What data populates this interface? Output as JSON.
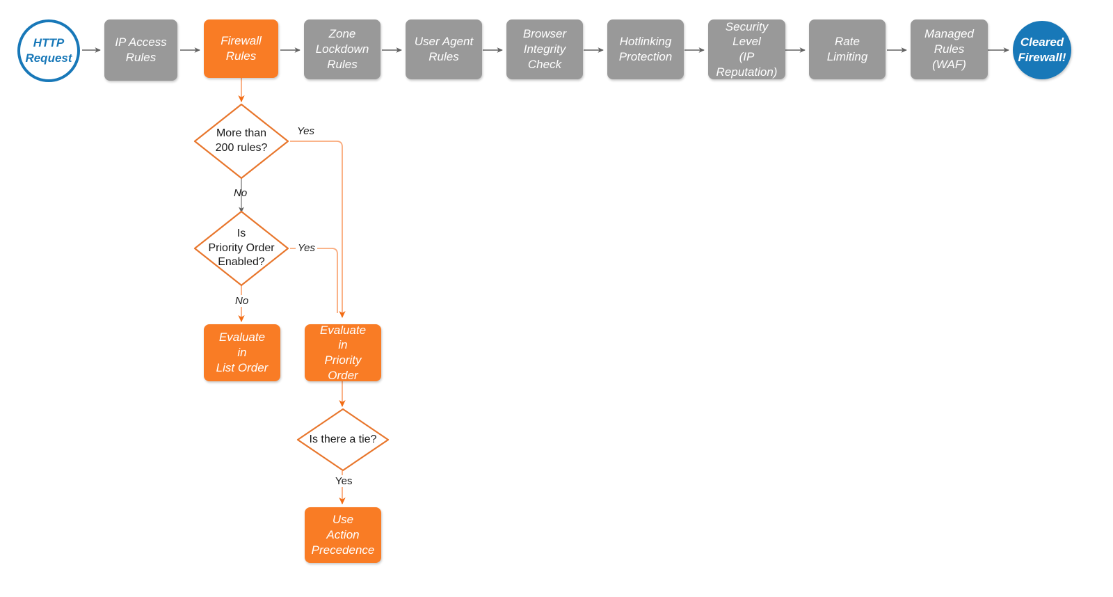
{
  "diagram": {
    "title": "Cloudflare Firewall Rules Evaluation Order",
    "colors": {
      "orange": "#F97C25",
      "orange_light": "#F9A97A",
      "gray": "#999999",
      "gray_arrow": "#616161",
      "blue": "#1878B8",
      "text_dark": "#1a1a1a",
      "background": "#ffffff"
    }
  },
  "pipeline": {
    "start": {
      "label": "HTTP\nRequest",
      "shape": "circle",
      "style": "hollow-blue"
    },
    "end": {
      "label": "Cleared\nFirewall!",
      "shape": "circle",
      "style": "filled-blue"
    },
    "steps": [
      {
        "label": "IP Access\nRules",
        "style": "gray"
      },
      {
        "label": "Firewall\nRules",
        "style": "orange"
      },
      {
        "label": "Zone\nLockdown\nRules",
        "style": "gray"
      },
      {
        "label": "User Agent\nRules",
        "style": "gray"
      },
      {
        "label": "Browser\nIntegrity\nCheck",
        "style": "gray"
      },
      {
        "label": "Hotlinking\nProtection",
        "style": "gray"
      },
      {
        "label": "Security\nLevel\n(IP Reputation)",
        "style": "gray"
      },
      {
        "label": "Rate\nLimiting",
        "style": "gray"
      },
      {
        "label": "Managed\nRules\n(WAF)",
        "style": "gray"
      }
    ]
  },
  "branch": {
    "decisions": [
      {
        "id": "more-than-200",
        "label": "More than\n200 rules?"
      },
      {
        "id": "priority-order-enabled",
        "label": "Is\nPriority Order\nEnabled?"
      },
      {
        "id": "is-there-a-tie",
        "label": "Is there a tie?"
      }
    ],
    "outcomes": [
      {
        "id": "evaluate-list-order",
        "label": "Evaluate\nin\nList Order",
        "style": "orange"
      },
      {
        "id": "evaluate-priority-order",
        "label": "Evaluate\nin\nPriority Order",
        "style": "orange"
      },
      {
        "id": "use-action-precedence",
        "label": "Use\nAction\nPrecedence",
        "style": "orange"
      }
    ],
    "edge_labels": {
      "more_than_200_yes": "Yes",
      "more_than_200_no": "No",
      "priority_order_yes": "Yes",
      "priority_order_no": "No",
      "tie_yes": "Yes"
    }
  }
}
